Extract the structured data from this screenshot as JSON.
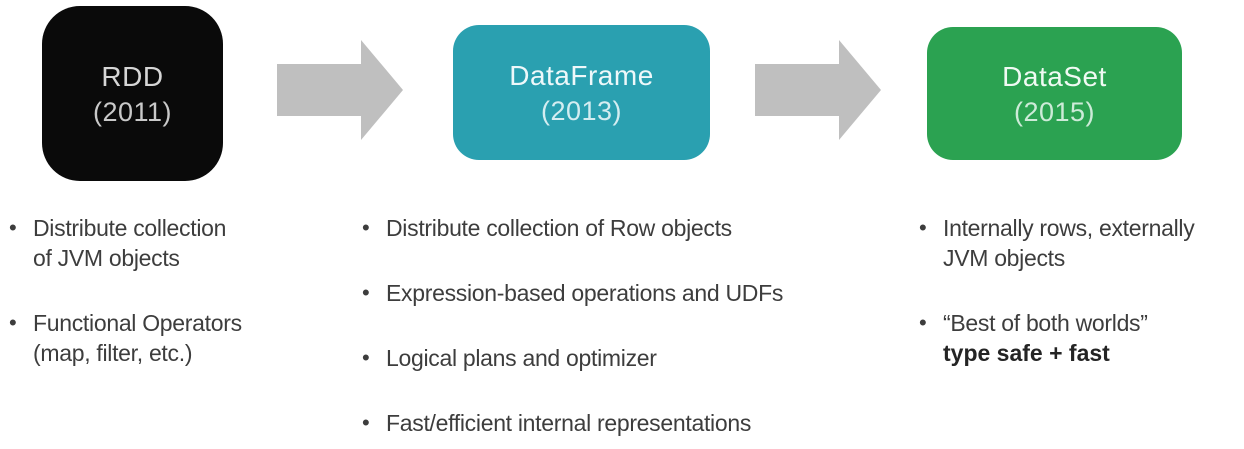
{
  "colors": {
    "rdd_box": "#0a0a0a",
    "dataframe_box": "#2aa0b0",
    "dataset_box": "#2ba251",
    "arrow": "#bfbfbf",
    "body_text": "#3d3d3d"
  },
  "timeline": {
    "stages": [
      {
        "id": "rdd",
        "title": "RDD",
        "year": "(2011)",
        "bullets": [
          {
            "lines": [
              "Distribute collection",
              "of JVM objects"
            ]
          },
          {
            "lines": [
              "Functional Operators",
              "(map, filter, etc.)"
            ]
          }
        ]
      },
      {
        "id": "dataframe",
        "title": "DataFrame",
        "year": "(2013)",
        "bullets": [
          {
            "lines": [
              "Distribute collection of Row objects"
            ]
          },
          {
            "lines": [
              "Expression-based operations and UDFs"
            ]
          },
          {
            "lines": [
              "Logical plans and optimizer"
            ]
          },
          {
            "lines": [
              "Fast/efficient internal representations"
            ]
          }
        ]
      },
      {
        "id": "dataset",
        "title": "DataSet",
        "year": "(2015)",
        "bullets": [
          {
            "lines": [
              "Internally rows, externally",
              "JVM objects"
            ]
          },
          {
            "lines": [
              "“Best of both worlds”",
              "type safe + fast"
            ],
            "bold_line": 1
          }
        ]
      }
    ]
  }
}
